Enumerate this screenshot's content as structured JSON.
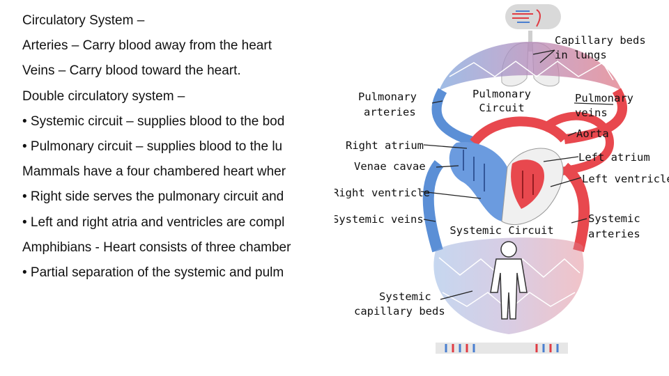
{
  "text_lines": [
    "Circulatory System –",
    "Arteries – Carry blood away from the heart",
    "Veins – Carry blood toward the heart.",
    "Double circulatory system –",
    "• Systemic circuit – supplies blood to the bod",
    "• Pulmonary circuit – supplies blood to the lu",
    "Mammals have a four chambered heart wher",
    "• Right side serves the pulmonary circuit and",
    "• Left and right atria and ventricles are compl",
    "Amphibians - Heart consists of three chamber",
    "• Partial separation of the systemic and pulm"
  ],
  "diagram": {
    "labels": {
      "capillary_beds_lungs_1": "Capillary beds",
      "capillary_beds_lungs_2": "in lungs",
      "pulmonary_arteries_1": "Pulmonary",
      "pulmonary_arteries_2": "arteries",
      "pulmonary_circuit_1": "Pulmonary",
      "pulmonary_circuit_2": "Circuit",
      "pulmonary_veins_1": "Pulmonary",
      "pulmonary_veins_2": "veins",
      "aorta": "Aorta",
      "right_atrium": "Right atrium",
      "left_atrium": "Left atrium",
      "venae_cavae": "Venae cavae",
      "left_ventricle": "Left ventricle",
      "right_ventricle": "Right ventricle",
      "systemic_veins": "Systemic veins",
      "systemic_circuit": "Systemic Circuit",
      "systemic_arteries_1": "Systemic",
      "systemic_arteries_2": "arteries",
      "systemic_capillary_1": "Systemic",
      "systemic_capillary_2": "capillary beds"
    },
    "colors": {
      "oxygenated": "#e8484e",
      "deoxygenated": "#5b8fd6",
      "capillary": "#b07aa8",
      "leader": "#222222"
    }
  }
}
